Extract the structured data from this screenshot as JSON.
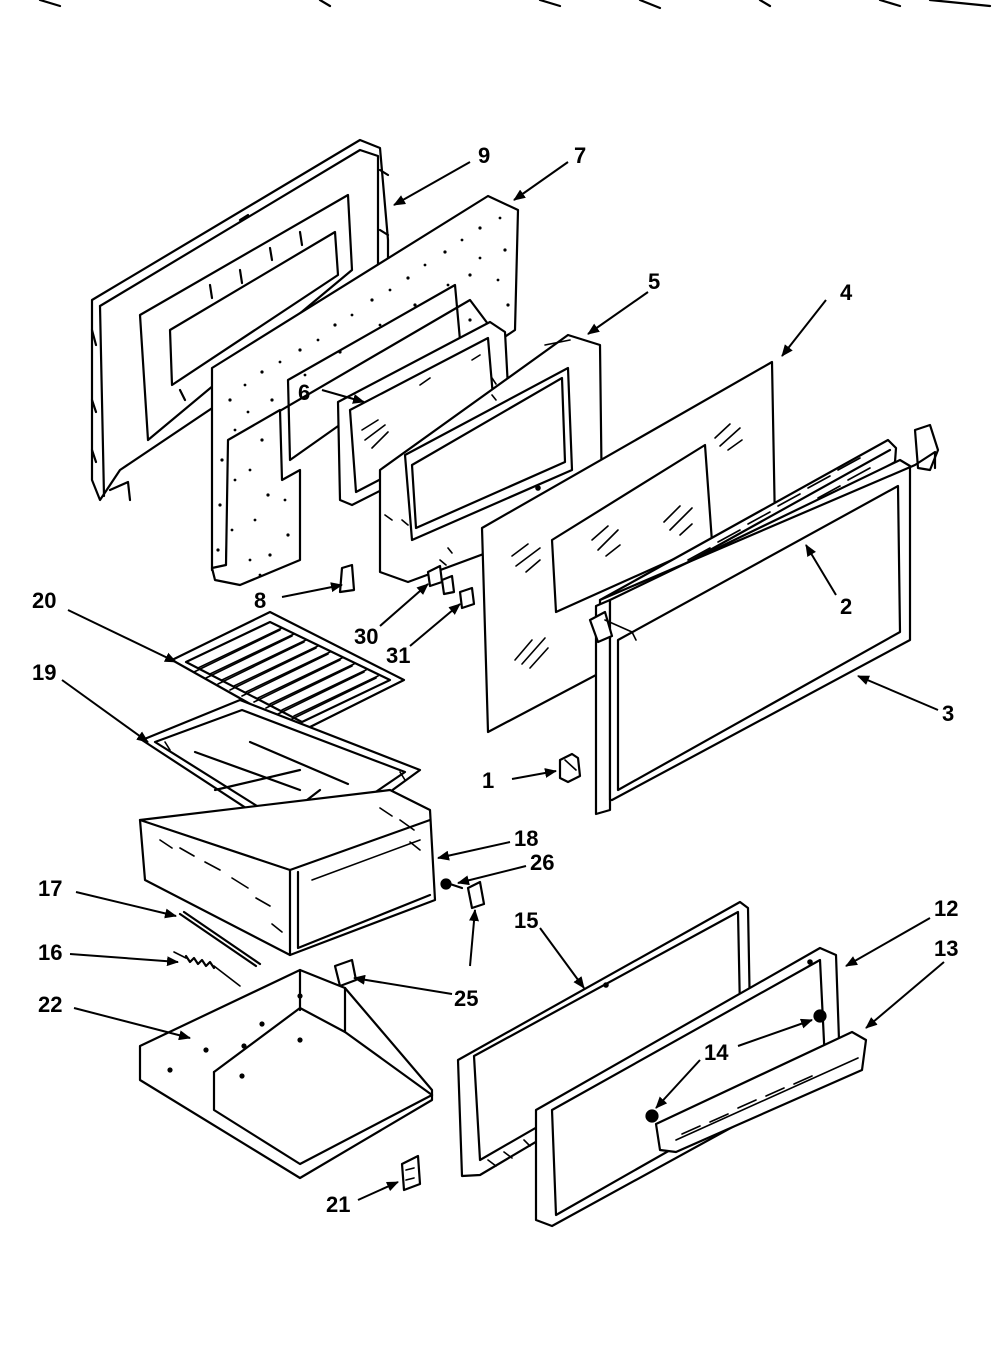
{
  "callouts": {
    "c1": "1",
    "c2": "2",
    "c3": "3",
    "c4": "4",
    "c5": "5",
    "c6": "6",
    "c7": "7",
    "c8": "8",
    "c9": "9",
    "c12": "12",
    "c13": "13",
    "c14": "14",
    "c15": "15",
    "c16": "16",
    "c17": "17",
    "c18": "18",
    "c19": "19",
    "c20": "20",
    "c21": "21",
    "c22": "22",
    "c25": "25",
    "c26": "26",
    "c30": "30",
    "c31": "31"
  }
}
